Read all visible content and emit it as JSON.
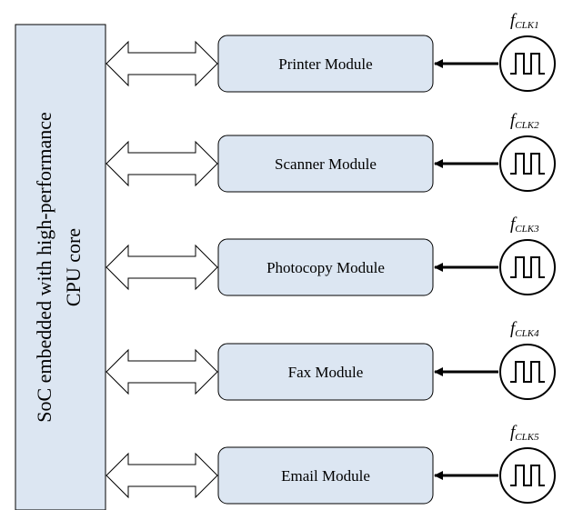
{
  "soc": {
    "line1": "SoC embedded with high-performance",
    "line2": "CPU core"
  },
  "modules": [
    {
      "label": "Printer Module",
      "clock_f": "f",
      "clock_sub": "CLK1"
    },
    {
      "label": "Scanner Module",
      "clock_f": "f",
      "clock_sub": "CLK2"
    },
    {
      "label": "Photocopy Module",
      "clock_f": "f",
      "clock_sub": "CLK3"
    },
    {
      "label": "Fax Module",
      "clock_f": "f",
      "clock_sub": "CLK4"
    },
    {
      "label": "Email Module",
      "clock_f": "f",
      "clock_sub": "CLK5"
    }
  ],
  "colors": {
    "soc_fill": "#dce6f2",
    "module_fill": "#dce6f2",
    "arrow_fill": "#ffffff",
    "stroke": "#000000",
    "clock_fill": "#ffffff"
  }
}
